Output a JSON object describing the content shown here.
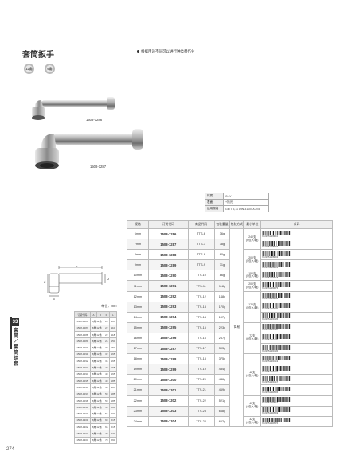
{
  "page": {
    "title": "套筒扳手",
    "note": "根据用途不同可以进行种类替作业",
    "badges": [
      "12角",
      "6角"
    ],
    "page_number": "274",
    "section_number": "33",
    "section_title": "套筒／套筒组套"
  },
  "figures": {
    "small_caption": "1508-1286",
    "large_caption": "1508-1287",
    "unit_label": "单位：mm",
    "dim_labels": [
      "L",
      "D",
      "d",
      "B"
    ]
  },
  "spec": [
    {
      "key": "材质",
      "value": "Cr-V"
    },
    {
      "key": "表面",
      "value": "+抛光"
    },
    {
      "key": "适用规格",
      "value": "GB/T 3,11 DIN 3110/DC2/5"
    }
  ],
  "product_table": {
    "headers": [
      "规格",
      "订货代码",
      "商品代码",
      "包装重量",
      "包装方式",
      "最小单位",
      "条码"
    ],
    "pack_method": "简易",
    "rows": [
      {
        "size": "6mm",
        "code": "1508-1286",
        "model": "TTS-6",
        "weight": "36g",
        "barcode": "6921551128610"
      },
      {
        "size": "7mm",
        "code": "1508-1287",
        "model": "TTS-7",
        "weight": "38g",
        "barcode": "6921551128627"
      },
      {
        "size": "8mm",
        "code": "1508-1288",
        "model": "TTS-8",
        "weight": "60g",
        "barcode": "6921551128634"
      },
      {
        "size": "9mm",
        "code": "1508-1289",
        "model": "TTS-9",
        "weight": "71g",
        "barcode": "6921551128641"
      },
      {
        "size": "10mm",
        "code": "1508-1290",
        "model": "TTS-10",
        "weight": "86g",
        "barcode": "6921551129068"
      },
      {
        "size": "11mm",
        "code": "1508-1291",
        "model": "TTS-11",
        "weight": "118g",
        "barcode": "6921551129075"
      },
      {
        "size": "12mm",
        "code": "1508-1292",
        "model": "TTS-12",
        "weight": "148g",
        "barcode": "6921551129082"
      },
      {
        "size": "13mm",
        "code": "1508-1293",
        "model": "TTS-13",
        "weight": "170g",
        "barcode": "6921551129099"
      },
      {
        "size": "14mm",
        "code": "1508-1294",
        "model": "TTS-14",
        "weight": "197g",
        "barcode": "6921551129105"
      },
      {
        "size": "15mm",
        "code": "1508-1295",
        "model": "TTS-15",
        "weight": "223g",
        "barcode": "6921551129112"
      },
      {
        "size": "16mm",
        "code": "1508-1296",
        "model": "TTS-16",
        "weight": "267g",
        "barcode": "6921551129129"
      },
      {
        "size": "17mm",
        "code": "1508-1297",
        "model": "TTS-17",
        "weight": "303g",
        "barcode": "6921551129136"
      },
      {
        "size": "18mm",
        "code": "1508-1298",
        "model": "TTS-18",
        "weight": "375g",
        "barcode": "6921551129143"
      },
      {
        "size": "19mm",
        "code": "1508-1299",
        "model": "TTS-19",
        "weight": "434g",
        "barcode": "6921551129150"
      },
      {
        "size": "20mm",
        "code": "1508-1300",
        "model": "TTS-20",
        "weight": "446g",
        "barcode": "6921551129167"
      },
      {
        "size": "21mm",
        "code": "1508-1301",
        "model": "TTS-21",
        "weight": "469g",
        "barcode": "6921551130545"
      },
      {
        "size": "22mm",
        "code": "1508-1302",
        "model": "TTS-22",
        "weight": "521g",
        "barcode": "6921551130552"
      },
      {
        "size": "23mm",
        "code": "1508-1303",
        "model": "TTS-23",
        "weight": "668g",
        "barcode": "6921551130569"
      },
      {
        "size": "24mm",
        "code": "1508-1304",
        "model": "TTS-24",
        "weight": "662g",
        "barcode": "6921551130576"
      }
    ],
    "packs": [
      {
        "qty": "240支",
        "sub": "(6包入/箱)",
        "span": 2
      },
      {
        "qty": "200支",
        "sub": "(5包入/箱)",
        "span": 2
      },
      {
        "qty": "150支",
        "sub": "(5包入/箱)",
        "span": 1
      },
      {
        "qty": "200支",
        "sub": "(5包入/箱)",
        "span": 1
      },
      {
        "qty": "120支",
        "sub": "(5包入/箱)",
        "span": 3
      },
      {
        "qty": "72支",
        "sub": "(6包入/箱)",
        "span": 3
      },
      {
        "qty": "48支",
        "sub": "(4包入/箱)",
        "span": 4
      },
      {
        "qty": "40支",
        "sub": "(4包入/箱)",
        "span": 2
      },
      {
        "qty": "32支",
        "sub": "(4包入/箱)",
        "span": 1
      }
    ]
  },
  "dims_table": {
    "headers": [
      "订货代码",
      "A",
      "B",
      "D",
      "L"
    ],
    "rows": [
      [
        "1508-1286",
        "6角 12角",
        "20",
        "105"
      ],
      [
        "1508-1287",
        "6角 12角",
        "22",
        "110"
      ],
      [
        "1508-1288",
        "6角 12角",
        "22",
        "118"
      ],
      [
        "1508-1289",
        "6角 12角",
        "26",
        "150"
      ],
      [
        "1508-1290",
        "6角 12角",
        "30",
        "150"
      ],
      [
        "1508-1291",
        "6角 12角",
        "32",
        "165"
      ],
      [
        "1508-1292",
        "6角 12角",
        "35",
        "165"
      ],
      [
        "1508-1293",
        "6角 12角",
        "40",
        "165"
      ],
      [
        "1508-1294",
        "6角 12角",
        "40",
        "165"
      ],
      [
        "1508-1295",
        "6角 12角",
        "40",
        "185"
      ],
      [
        "1508-1296",
        "6角 12角",
        "45",
        "185"
      ],
      [
        "1508-1297",
        "6角 12角",
        "50",
        "185"
      ],
      [
        "1508-1298",
        "6角 12角",
        "50",
        "185"
      ],
      [
        "1508-1299",
        "6角 12角",
        "50",
        "200"
      ],
      [
        "1508-1300",
        "6角 12角",
        "55",
        "200"
      ],
      [
        "1508-1301",
        "6角 12角",
        "60",
        "215"
      ],
      [
        "1508-1302",
        "6角 12角",
        "65",
        "215"
      ],
      [
        "1508-1303",
        "6角 12角",
        "70",
        "230"
      ],
      [
        "1508-1304",
        "6角 12角",
        "70",
        "260"
      ]
    ]
  }
}
